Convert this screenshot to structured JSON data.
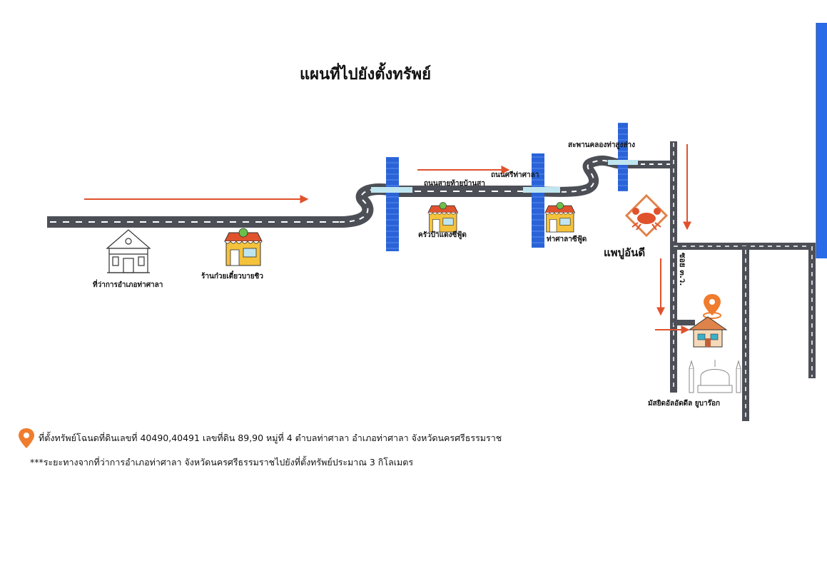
{
  "title": "แผนที่ไปยังตั้งทรัพย์",
  "labels": {
    "district_office": "ที่ว่าการอำเภอท่าศาลา",
    "noodle_shop": "ร้านก๋วยเตี๋ยวบายชิว",
    "seafood_shop": "ครัวป้าแดงซีฟู้ด",
    "road_upper": "ถนนศรีท่าศาลา",
    "road_lower": "ถนนสายท้ายบ้านสา",
    "bridge_label": "สะพานคลองท่าสูงล่าง",
    "thasala_shop": "ท่าศาลาซีฟู้ด",
    "crab_restaurant": "แพปูอันดี",
    "side_road": "ซอย ๓.ว.",
    "mosque": "มัสยิดอัลอัดดีล ยูบาร๊อก"
  },
  "footer": {
    "location_line": "ที่ตั้งทรัพย์โฉนดที่ดินเลขที่ 40490,40491 เลขที่ดิน 89,90 หมู่ที่ 4 ตำบลท่าศาลา อำเภอท่าศาลา จังหวัดนครศรีธรรมราช",
    "distance_note": "***ระยะทางจากที่ว่าการอำเภอท่าศาลา จังหวัดนครศรีธรรมราชไปยังที่ตั้งทรัพย์ประมาณ 3 กิโลเมตร"
  },
  "colors": {
    "road": "#4d4f57",
    "road_dash": "#ffffff",
    "arrow": "#e0522c",
    "canal": "#2a63d8",
    "pin": "#f07c2e",
    "awning": "#e0522c",
    "shop_wall": "#f5c23c"
  },
  "icons": [
    "district-office-icon",
    "shop-icon",
    "crab-icon",
    "location-pin-icon",
    "house-icon",
    "mosque-icon"
  ]
}
